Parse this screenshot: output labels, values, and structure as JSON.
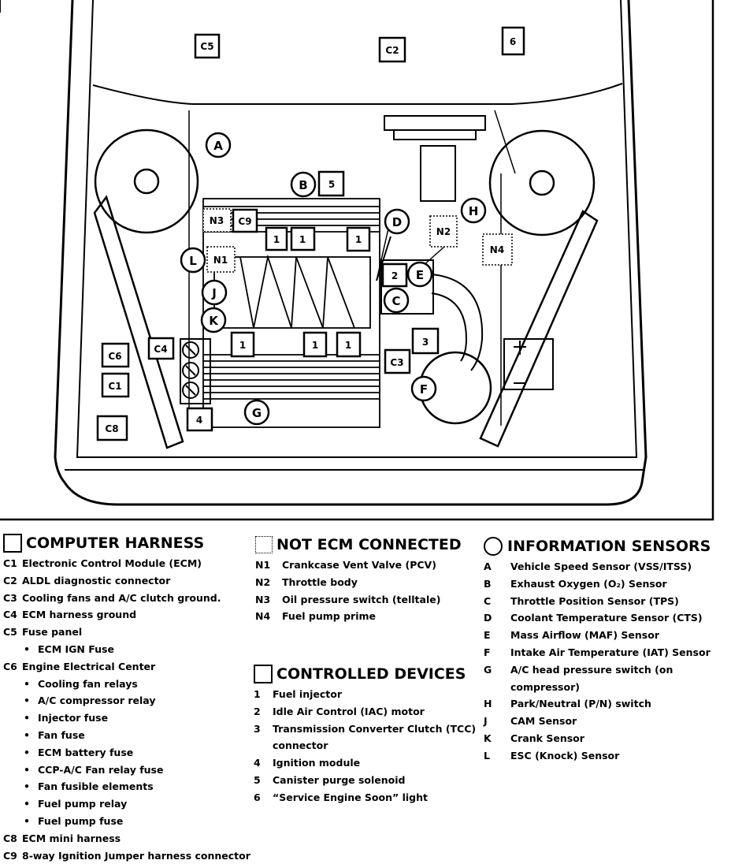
{
  "diagram": {
    "connectors": [
      "C5",
      "C2",
      "C9",
      "C4",
      "C6",
      "C1",
      "C8",
      "C3"
    ],
    "controlled_marks": [
      "6",
      "5",
      "1",
      "1",
      "1",
      "2",
      "1",
      "1",
      "1",
      "3",
      "4"
    ],
    "not_ecm_marks": [
      "N3",
      "N1",
      "N2",
      "N4"
    ],
    "sensors": [
      "A",
      "B",
      "D",
      "H",
      "L",
      "E",
      "C",
      "J",
      "K",
      "F",
      "G"
    ]
  },
  "computer_harness": {
    "title": "COMPUTER HARNESS",
    "items": [
      {
        "code": "C1",
        "text": "Electronic Control Module (ECM)"
      },
      {
        "code": "C2",
        "text": "ALDL diagnostic connector"
      },
      {
        "code": "C3",
        "text": "Cooling fans and A/C clutch ground."
      },
      {
        "code": "C4",
        "text": "ECM harness ground"
      },
      {
        "code": "C5",
        "text": "Fuse panel"
      },
      {
        "code": "",
        "text": "ECM IGN Fuse",
        "bullet": true
      },
      {
        "code": "C6",
        "text": "Engine Electrical Center"
      },
      {
        "code": "",
        "text": "Cooling fan relays",
        "bullet": true
      },
      {
        "code": "",
        "text": "A/C compressor relay",
        "bullet": true
      },
      {
        "code": "",
        "text": "Injector fuse",
        "bullet": true
      },
      {
        "code": "",
        "text": "Fan fuse",
        "bullet": true
      },
      {
        "code": "",
        "text": "ECM battery fuse",
        "bullet": true
      },
      {
        "code": "",
        "text": "CCP-A/C Fan relay fuse",
        "bullet": true
      },
      {
        "code": "",
        "text": "Fan fusible elements",
        "bullet": true
      },
      {
        "code": "",
        "text": "Fuel pump relay",
        "bullet": true
      },
      {
        "code": "",
        "text": "Fuel pump fuse",
        "bullet": true
      },
      {
        "code": "C8",
        "text": "ECM mini harness"
      },
      {
        "code": "C9",
        "text": "8-way Ignition Jumper harness connector"
      }
    ]
  },
  "not_ecm_connected": {
    "title": "NOT ECM CONNECTED",
    "items": [
      {
        "code": "N1",
        "text": "Crankcase Vent Valve (PCV)"
      },
      {
        "code": "N2",
        "text": "Throttle body"
      },
      {
        "code": "N3",
        "text": "Oil pressure switch (telltale)"
      },
      {
        "code": "N4",
        "text": "Fuel pump prime"
      }
    ]
  },
  "controlled_devices": {
    "title": "CONTROLLED DEVICES",
    "items": [
      {
        "code": "1",
        "text": "Fuel injector"
      },
      {
        "code": "2",
        "text": "Idle Air Control (IAC) motor"
      },
      {
        "code": "3",
        "text": "Transmission Converter Clutch (TCC)",
        "cont": "connector"
      },
      {
        "code": "4",
        "text": "Ignition module"
      },
      {
        "code": "5",
        "text": "Canister purge solenoid"
      },
      {
        "code": "6",
        "text": "“Service Engine Soon” light"
      }
    ]
  },
  "information_sensors": {
    "title": "INFORMATION SENSORS",
    "items": [
      {
        "code": "A",
        "text": "Vehicle Speed Sensor (VSS/ITSS)"
      },
      {
        "code": "B",
        "text": "Exhaust Oxygen (O₂) Sensor"
      },
      {
        "code": "C",
        "text": "Throttle Position Sensor (TPS)"
      },
      {
        "code": "D",
        "text": "Coolant Temperature Sensor (CTS)"
      },
      {
        "code": "E",
        "text": "Mass Airflow (MAF) Sensor"
      },
      {
        "code": "F",
        "text": "Intake Air Temperature (IAT) Sensor"
      },
      {
        "code": "G",
        "text": "A/C head pressure switch (on",
        "cont": "compressor)"
      },
      {
        "code": "H",
        "text": "Park/Neutral (P/N) switch"
      },
      {
        "code": "J",
        "text": "CAM Sensor"
      },
      {
        "code": "K",
        "text": "Crank Sensor"
      },
      {
        "code": "L",
        "text": "ESC (Knock) Sensor"
      }
    ]
  }
}
